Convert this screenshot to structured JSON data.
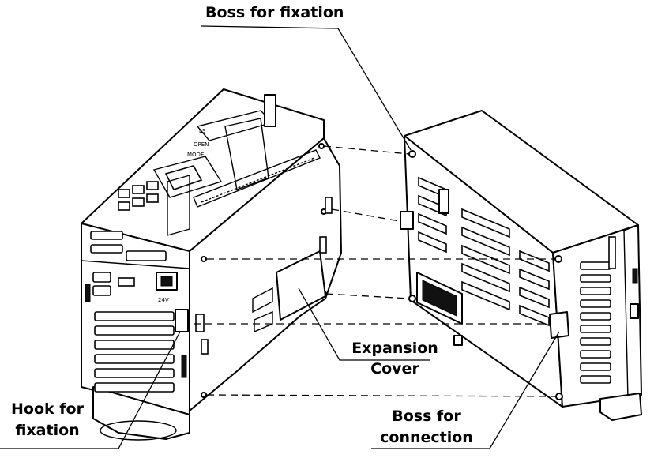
{
  "labels": {
    "boss_fixation": "Boss for fixation",
    "expansion_1": "Expansion",
    "expansion_2": "Cover",
    "hook_1": "Hook for",
    "hook_2": "fixation",
    "boss_conn_1": "Boss for",
    "boss_conn_2": "connection"
  },
  "device_marks": {
    "logo": "LS",
    "open": "OPEN",
    "mode": "MODE",
    "volt": "24V"
  }
}
